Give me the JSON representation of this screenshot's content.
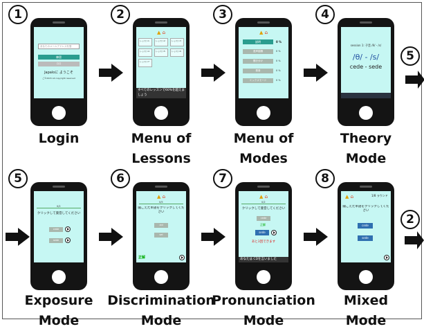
{
  "steps": [
    {
      "num": "1",
      "caption": [
        "Login"
      ]
    },
    {
      "num": "2",
      "caption": [
        "Menu of",
        "Lessons"
      ]
    },
    {
      "num": "3",
      "caption": [
        "Menu of",
        "Modes"
      ]
    },
    {
      "num": "4",
      "caption": [
        "Theory",
        "Mode"
      ]
    },
    {
      "num": "5",
      "caption": [
        "Exposure",
        "Mode"
      ]
    },
    {
      "num": "6",
      "caption": [
        "Discrimination",
        "Mode"
      ]
    },
    {
      "num": "7",
      "caption": [
        "Pronunciation",
        "Mode"
      ]
    },
    {
      "num": "8",
      "caption": [
        "Mixed",
        "Mode"
      ]
    }
  ],
  "edge_markers": {
    "top_right": "5",
    "bottom_right": "2"
  },
  "screens": {
    "login": {
      "email_placeholder": "あなたのメールアドレスを登",
      "button1": "練習",
      "button2": "ロロ",
      "welcome": "Japaloに ようこそ",
      "footer": "ご©2015  All copyright reserved"
    },
    "lessons": {
      "cells": [
        "レッスン1",
        "レッスン2",
        "レッスン3",
        "レッスン4",
        "レッスン5",
        "レッスン6",
        "レッスン7"
      ],
      "footer": "すべてのレッスンで60%を超えましょう"
    },
    "modes": {
      "items": [
        "説明",
        "音声認識",
        "聞き分け",
        "発音",
        "ミックスモード"
      ],
      "percent": [
        "0 %",
        "0 %",
        "0 %",
        "0 %",
        "0 %"
      ]
    },
    "theory": {
      "header": "session 1: 子音 /θ/ - /s/",
      "pair": "/θ/ - /s/",
      "words": "cede  -  sede"
    },
    "exposure": {
      "progress": "0/2",
      "prompt": "クリックして発音してください",
      "word1": "cede",
      "word2": "sede"
    },
    "discrimination": {
      "progress": "0/5",
      "prompt": "聞こえた単語をクリックしてください",
      "word1": "cid",
      "word2": "sei",
      "status": "正解"
    },
    "pronunciation": {
      "progress": "0/2",
      "prompt": "クリックして発音してください",
      "word1": "cede",
      "word2": "sede",
      "result": "正解",
      "remaining": "あと3回できます",
      "footer": "あなたは CDを言いました"
    },
    "mixed": {
      "header": "1/8 ラウンド",
      "prompt": "聞こえた単語をクリックしてください",
      "word1": "cede",
      "word2": "sede"
    }
  }
}
